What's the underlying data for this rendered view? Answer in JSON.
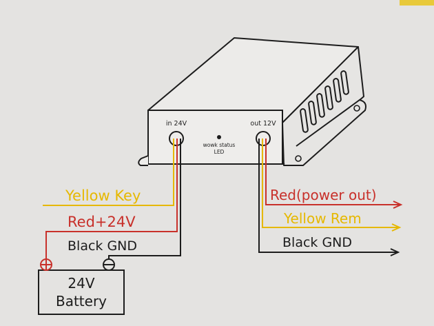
{
  "device": {
    "input_label": "in 24V",
    "output_label": "out 12V",
    "led_label_line1": "wowk status",
    "led_label_line2": "LED"
  },
  "input_wires": {
    "yellow_label": "Yellow Key",
    "red_label": "Red+24V",
    "black_label": "Black GND"
  },
  "output_wires": {
    "red_label": "Red(power out)",
    "yellow_label": "Yellow Rem",
    "black_label": "Black GND"
  },
  "battery": {
    "line1": "24V",
    "line2": "Battery",
    "positive_symbol": "plus-terminal-icon",
    "negative_symbol": "minus-terminal-icon"
  },
  "colors": {
    "background": "#e4e3e1",
    "yellow_wire": "#e6b800",
    "red_wire": "#c8302a",
    "black_wire": "#1c1c1c"
  }
}
